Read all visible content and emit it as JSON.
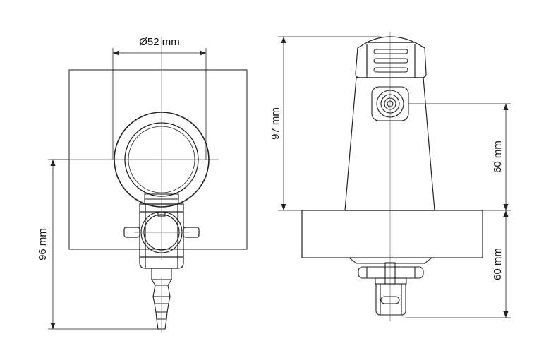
{
  "front_view": {
    "width_dimension": "Ø52 mm",
    "height_dimension": "96 mm"
  },
  "side_view": {
    "total_height_dimension": "97 mm",
    "upper_dimension": "60 mm",
    "lower_dimension": "60 mm"
  },
  "colors": {
    "line": "#222222",
    "thin_line": "#555555",
    "center_line": "#777777"
  }
}
